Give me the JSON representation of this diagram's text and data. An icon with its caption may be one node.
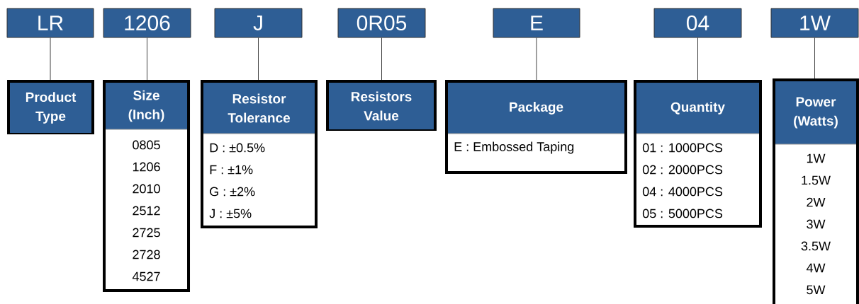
{
  "diagram": {
    "nodes": [
      {
        "text": [
          "LR"
        ]
      },
      {
        "text": [
          "1206"
        ]
      },
      {
        "text": [
          "J"
        ]
      },
      {
        "text": [
          "0R05"
        ]
      },
      {
        "text": [
          "E"
        ]
      },
      {
        "text": [
          "04"
        ]
      },
      {
        "text": [
          "1W"
        ]
      },
      {
        "text": [
          "Product Type"
        ]
      },
      {
        "text": [
          "Size (Inch)",
          "0805",
          "1206",
          "2010",
          "2512",
          "2725",
          "2728",
          "4527"
        ]
      },
      {
        "text": [
          "Resistor Tolerance",
          "D : ±0.5%",
          "F : ±1%",
          "G : ±2%",
          "J : ±5%"
        ]
      },
      {
        "text": [
          "Resistors Value"
        ]
      },
      {
        "text": [
          "Package",
          "E : Embossed Taping"
        ]
      },
      {
        "text": [
          "Quantity",
          "01 : 1000PCS",
          "02 : 2000PCS",
          "04 : 4000PCS",
          "05 : 5000PCS"
        ]
      },
      {
        "text": [
          "Power (Watts)",
          "1W",
          "1.5W",
          "2W",
          "3W",
          "3.5W",
          "4W",
          "5W"
        ]
      }
    ],
    "edges": [
      {
        "from": 0,
        "to": 7,
        "arrow": "none"
      },
      {
        "from": 1,
        "to": 8,
        "arrow": "none"
      },
      {
        "from": 2,
        "to": 9,
        "arrow": "none"
      },
      {
        "from": 3,
        "to": 10,
        "arrow": "none"
      },
      {
        "from": 4,
        "to": 11,
        "arrow": "none"
      },
      {
        "from": 5,
        "to": 12,
        "arrow": "none"
      },
      {
        "from": 6,
        "to": 13,
        "arrow": "none"
      }
    ]
  }
}
